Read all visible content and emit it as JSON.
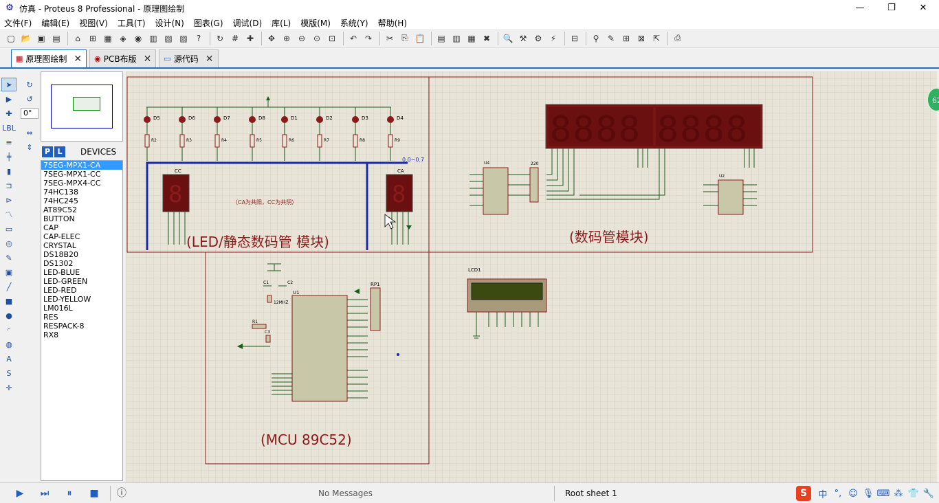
{
  "window": {
    "title": "仿真 - Proteus 8 Professional - 原理图绘制",
    "minimize": "—",
    "restore": "❐",
    "close": "✕"
  },
  "menu": [
    "文件(F)",
    "编辑(E)",
    "视图(V)",
    "工具(T)",
    "设计(N)",
    "图表(G)",
    "调试(D)",
    "库(L)",
    "模版(M)",
    "系统(Y)",
    "帮助(H)"
  ],
  "tabs": [
    {
      "icon": "schematic-icon",
      "label": "原理图绘制",
      "close": "✕"
    },
    {
      "icon": "pcb-icon",
      "label": "PCB布版",
      "close": "✕"
    },
    {
      "icon": "source-icon",
      "label": "源代码",
      "close": "✕"
    }
  ],
  "rotation": {
    "angle": "0°"
  },
  "devices": {
    "p_label": "P",
    "l_label": "L",
    "title": "DEVICES",
    "items": [
      "7SEG-MPX1-CA",
      "7SEG-MPX1-CC",
      "7SEG-MPX4-CC",
      "74HC138",
      "74HC245",
      "AT89C52",
      "BUTTON",
      "CAP",
      "CAP-ELEC",
      "CRYSTAL",
      "DS18B20",
      "DS1302",
      "LED-BLUE",
      "LED-GREEN",
      "LED-RED",
      "LED-YELLOW",
      "LM016L",
      "RES",
      "RESPACK-8",
      "RX8"
    ],
    "selected": "7SEG-MPX1-CA"
  },
  "schematic": {
    "label_led": "(LED/静态数码管 模块)",
    "label_seg": "(数码管模块)",
    "label_mcu": "(MCU 89C52)",
    "note_ca": "（CA为共阳，CC为共阴）",
    "label_cc": "CC",
    "label_ca": "CA",
    "range": "0.0~0.7",
    "leds": [
      "D5",
      "D6",
      "D7",
      "D8",
      "D1",
      "D2",
      "D3",
      "D4"
    ],
    "resistors": [
      "R2",
      "R3",
      "R4",
      "R5",
      "R6",
      "R7",
      "R8",
      "R9"
    ],
    "u4": "U4",
    "u2": "U2",
    "u1": "U1",
    "lcd": "LCD1",
    "rp1": "RP1",
    "c1": "C1",
    "c2": "C2",
    "c3": "C3",
    "r1": "R1",
    "x1": "12MHZ",
    "r220": "220"
  },
  "status": {
    "messages": "No Messages",
    "sheet": "Root sheet 1"
  },
  "badge": "62",
  "tray": {
    "ime": "S",
    "lang": "中"
  }
}
